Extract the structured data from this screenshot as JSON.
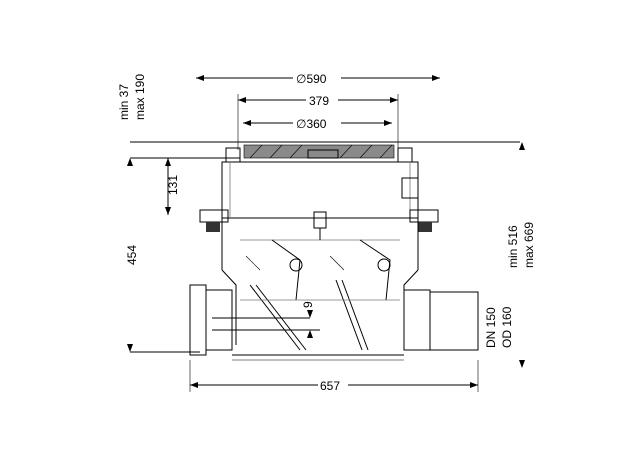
{
  "dimensions": {
    "diameter_top": "∅590",
    "width_frame": "379",
    "diameter_grate": "∅360",
    "height_adjust": "131",
    "height_total": "454",
    "drop": "9",
    "length_total": "657",
    "height_range_min": "min 37",
    "height_range_max": "max 190",
    "total_range_min": "min 516",
    "total_range_max": "max 669",
    "pipe_dn": "DN 150",
    "pipe_od": "OD 160"
  }
}
